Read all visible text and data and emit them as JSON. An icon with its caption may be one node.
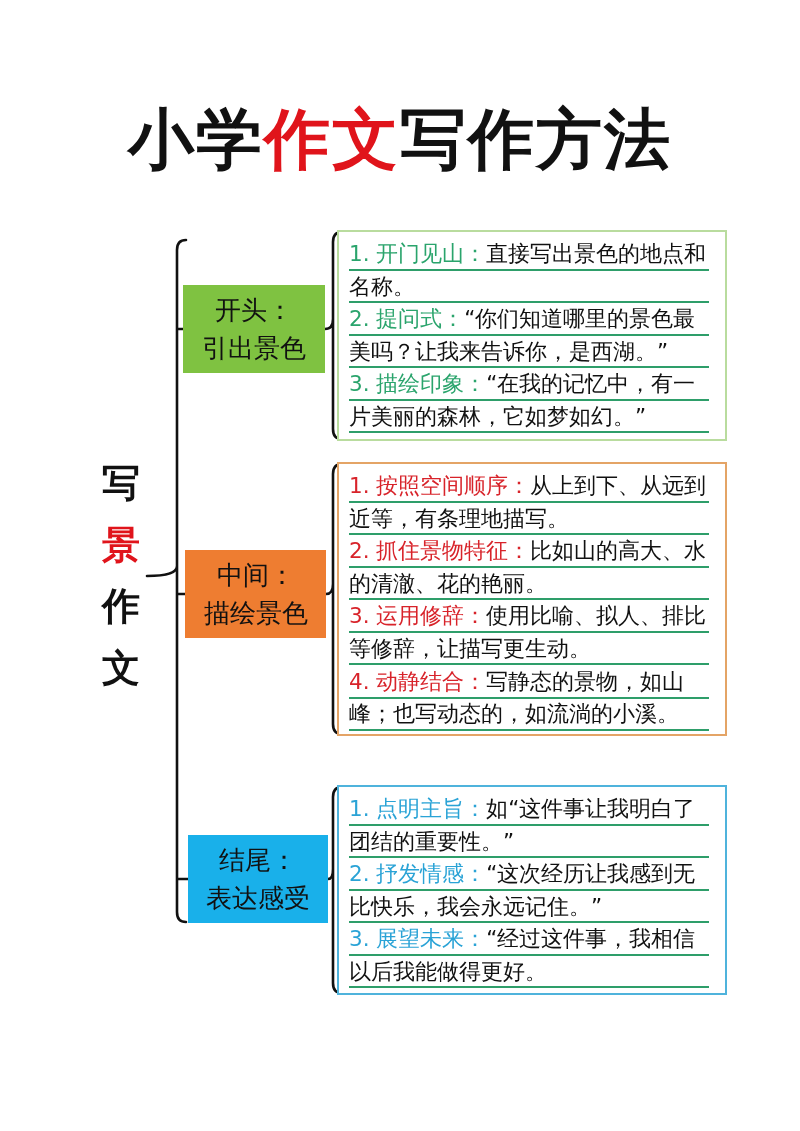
{
  "diagram": {
    "title": "小学作文写作方法",
    "nodes": [
      {
        "text": [
          "写景作文"
        ]
      },
      {
        "text": [
          "开头：",
          "引出景色"
        ]
      },
      {
        "text": [
          "1. 开门见山：",
          "直接写出景色的地点和名称。",
          "2. 提问式：",
          "“你们知道哪里的景色最美吗？让我来告诉你，是西湖。”",
          "3. 描绘印象：",
          "“在我的记忆中，有一片美丽的森林，它如梦如幻。”"
        ]
      },
      {
        "text": [
          "中间：",
          "描绘景色"
        ]
      },
      {
        "text": [
          "1. 按照空间顺序：",
          "从上到下、从远到近等，有条理地描写。",
          "2. 抓住景物特征：",
          "比如山的高大、水的清澈、花的艳丽。",
          "3. 运用修辞：",
          "使用比喻、拟人、排比等修辞，让描写更生动。",
          "4. 动静结合：",
          "写静态的景物，如山峰；也写动态的，如流淌的小溪。"
        ]
      },
      {
        "text": [
          "结尾：",
          "表达感受"
        ]
      },
      {
        "text": [
          "1. 点明主旨：",
          "如“这件事让我明白了团结的重要性。”",
          "2. 抒发情感：",
          "“这次经历让我感到无比快乐，我会永远记住。”",
          "3. 展望未来：",
          "“经过这件事，我相信以后我能做得更好。"
        ]
      }
    ],
    "edges": [
      {
        "from": 0,
        "to": 1,
        "arrow": "none"
      },
      {
        "from": 0,
        "to": 3,
        "arrow": "none"
      },
      {
        "from": 0,
        "to": 5,
        "arrow": "none"
      },
      {
        "from": 1,
        "to": 2,
        "arrow": "none"
      },
      {
        "from": 3,
        "to": 4,
        "arrow": "none"
      },
      {
        "from": 5,
        "to": 6,
        "arrow": "none"
      }
    ]
  }
}
